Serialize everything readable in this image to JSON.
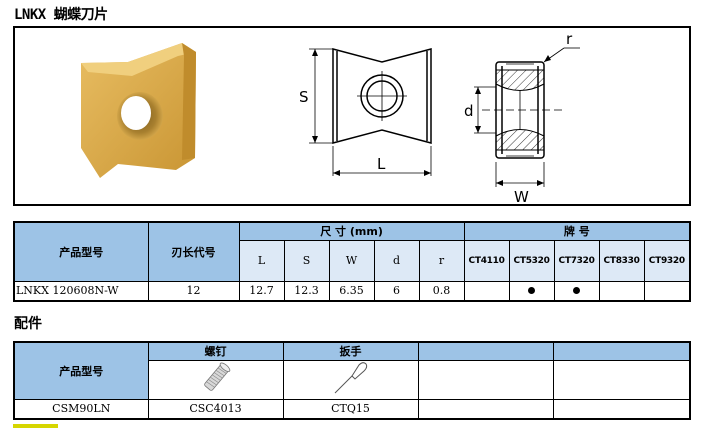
{
  "section1": {
    "title": "LNKX 蝴蝶刀片",
    "diagram_labels": {
      "S": "S",
      "L": "L",
      "d": "d",
      "W": "W",
      "r": "r"
    }
  },
  "spec_table": {
    "col_model": "产品型号",
    "col_edge": "刃长代号",
    "group_size": "尺 寸 (mm)",
    "group_grade": "牌 号",
    "size_cols": [
      "L",
      "S",
      "W",
      "d",
      "r"
    ],
    "grade_cols": [
      "CT4110",
      "CT5320",
      "CT7320",
      "CT8330",
      "CT9320"
    ],
    "rows": [
      {
        "model": "LNKX 120608N-W",
        "edge": "12",
        "sizes": [
          "12.7",
          "12.3",
          "6.35",
          "6",
          "0.8"
        ],
        "grades": [
          false,
          true,
          true,
          false,
          false
        ]
      }
    ]
  },
  "section2": {
    "title": "配件"
  },
  "acc_table": {
    "col_model": "产品型号",
    "col_screw": "螺钉",
    "col_wrench": "扳手",
    "col_empty1": "",
    "col_empty2": "",
    "row": {
      "model": "CSM90LN",
      "screw": "CSC4013",
      "wrench": "CTQ15",
      "empty1": "",
      "empty2": ""
    }
  },
  "colors": {
    "header_blue": "#9dc3e6",
    "subheader_blue": "#dde9f6",
    "insert_gold": "#d9a94a"
  }
}
